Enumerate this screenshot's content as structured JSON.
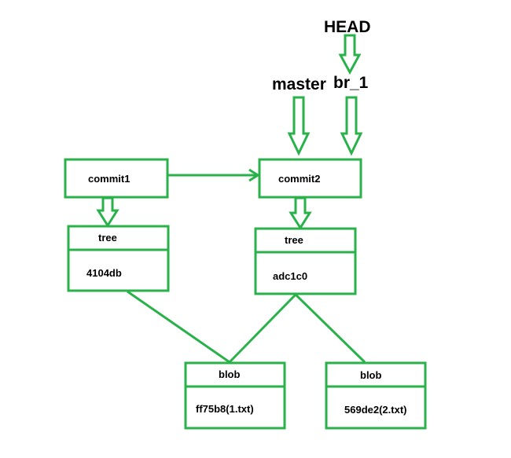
{
  "refs": {
    "head": "HEAD",
    "master": "master",
    "branch": "br_1"
  },
  "commits": [
    {
      "label": "commit1"
    },
    {
      "label": "commit2"
    }
  ],
  "trees": [
    {
      "title": "tree",
      "hash": "4104db"
    },
    {
      "title": "tree",
      "hash": "adc1c0"
    }
  ],
  "blobs": [
    {
      "title": "blob",
      "value": "ff75b8(1.txt)"
    },
    {
      "title": "blob",
      "value": "569de2(2.txt)"
    }
  ],
  "colors": {
    "stroke": "#2ab24a",
    "text": "#000000",
    "background": "#ffffff"
  }
}
